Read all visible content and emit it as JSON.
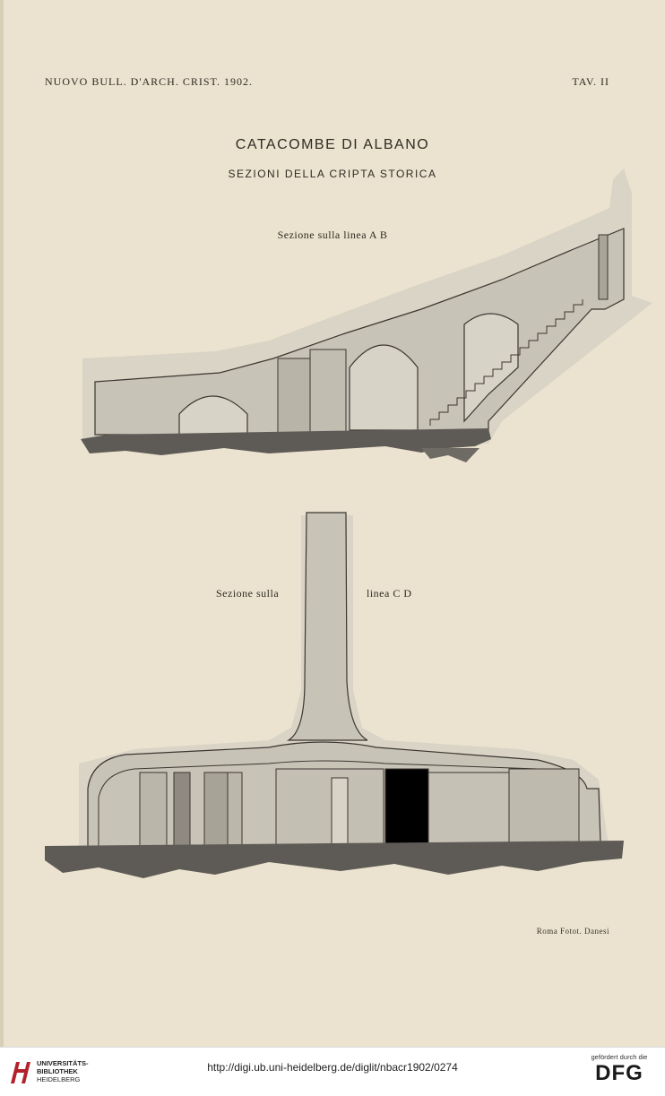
{
  "plate": {
    "header_left": "NUOVO BULL. D'ARCH. CRIST. 1902.",
    "header_right": "TAV. II",
    "title": "CATACOMBE DI ALBANO",
    "subtitle": "SEZIONI DELLA CRIPTA STORICA",
    "caption_ab": "Sezione sulla linea A B",
    "caption_cd_left": "Sezione sulla",
    "caption_cd_right": "linea C D",
    "credit": "Roma Fotot. Danesi"
  },
  "footer": {
    "library_name_1": "UNIVERSITÄTS-",
    "library_name_2": "BIBLIOTHEK",
    "library_city": "HEIDELBERG",
    "url": "http://digi.ub.uni-heidelberg.de/diglit/nbacr1902/0274",
    "funding_text": "gefördert durch die",
    "funder_logo": "DFG"
  },
  "colors": {
    "paper": "#ebe3cf",
    "wash": "#d9d4c6",
    "wall_fill": "#c8c3b7",
    "ground": "#5e5a55",
    "ink": "#2f2a22"
  }
}
